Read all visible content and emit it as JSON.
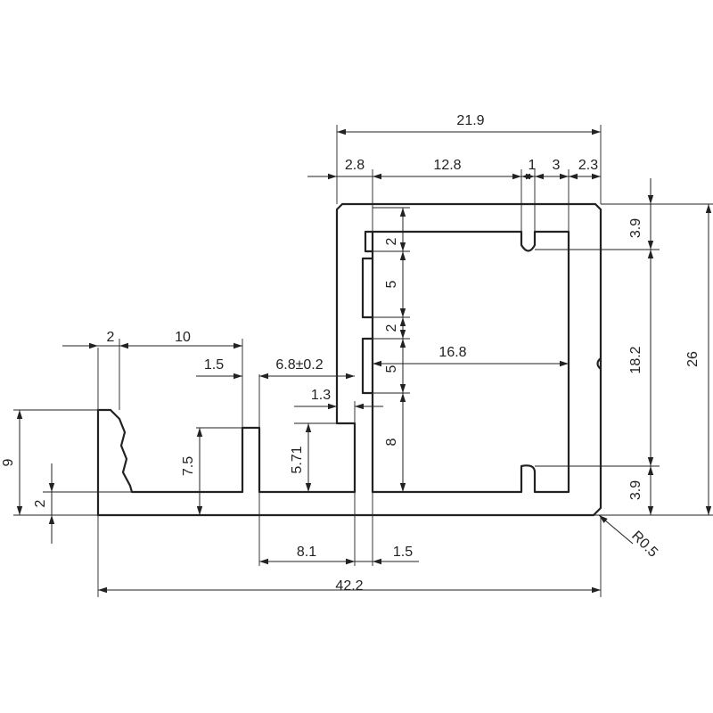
{
  "dimensions": {
    "overall_width": "42.2",
    "top_width": "21.9",
    "top_seg_a": "2.8",
    "top_seg_b": "12.8",
    "top_seg_c": "1",
    "top_seg_d": "3",
    "top_seg_e": "2.3",
    "right_top": "3.9",
    "right_mid": "18.2",
    "right_bottom": "3.9",
    "overall_height": "26",
    "left_gap": "2",
    "left_slot": "10",
    "wall_a": "1.5",
    "slot_width": "6.8±0.2",
    "lip": "1.3",
    "inner_width": "16.8",
    "notch_h1": "2",
    "step_5a": "5",
    "notch_h2": "2",
    "step_5b": "5",
    "inner_8": "8",
    "height_9": "9",
    "base_2": "2",
    "height_7_5": "7.5",
    "height_5_71": "5.71",
    "bottom_8_1": "8.1",
    "bottom_1_5": "1.5",
    "radius": "R0.5"
  },
  "colors": {
    "line": "#222222",
    "background": "#ffffff"
  }
}
